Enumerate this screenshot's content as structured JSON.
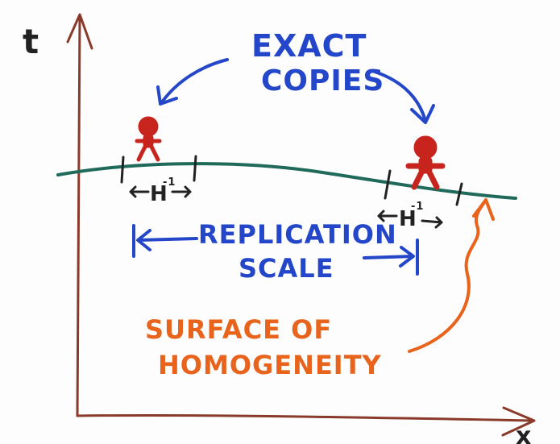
{
  "axes": {
    "vertical_label": "t",
    "horizontal_label": "x"
  },
  "labels": {
    "exact_copies_line1": "EXACT",
    "exact_copies_line2": "COPIES",
    "replication_line1": "REPLICATION",
    "replication_line2": "SCALE",
    "surface_line1": "SURFACE OF",
    "surface_line2": "HOMOGENEITY",
    "left_scale": "H",
    "left_scale_sup": "-1",
    "right_scale": "H",
    "right_scale_sup": "-1"
  },
  "colors": {
    "blue": "#2446c8",
    "orange": "#e8641c",
    "red": "#c8241e",
    "surface": "#1f6a5a",
    "axis": "#8a3a2a"
  }
}
